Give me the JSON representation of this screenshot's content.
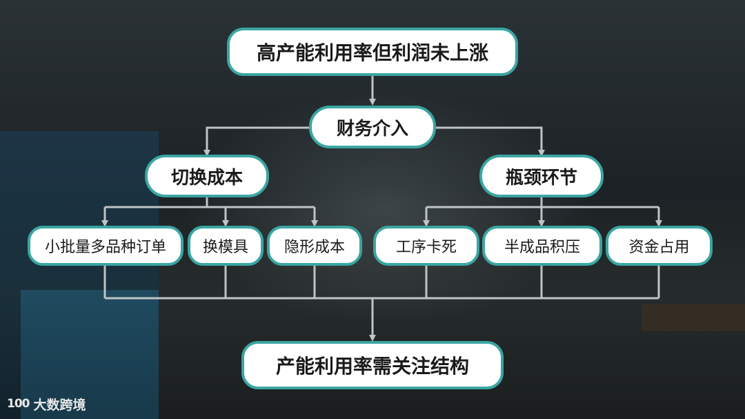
{
  "diagram": {
    "root": "高产能利用率但利润未上涨",
    "level1": "财务介入",
    "branches": [
      {
        "label": "切换成本",
        "children": [
          "小批量多品种订单",
          "换模具",
          "隐形成本"
        ]
      },
      {
        "label": "瓶颈环节",
        "children": [
          "工序卡死",
          "半成品积压",
          "资金占用"
        ]
      }
    ],
    "conclusion": "产能利用率需关注结构"
  },
  "logo": {
    "mark": "100",
    "text": "大数跨境"
  },
  "colors": {
    "border": "#3aa6a3",
    "connector": "#bfc4c6",
    "box_fill": "#ffffff"
  }
}
